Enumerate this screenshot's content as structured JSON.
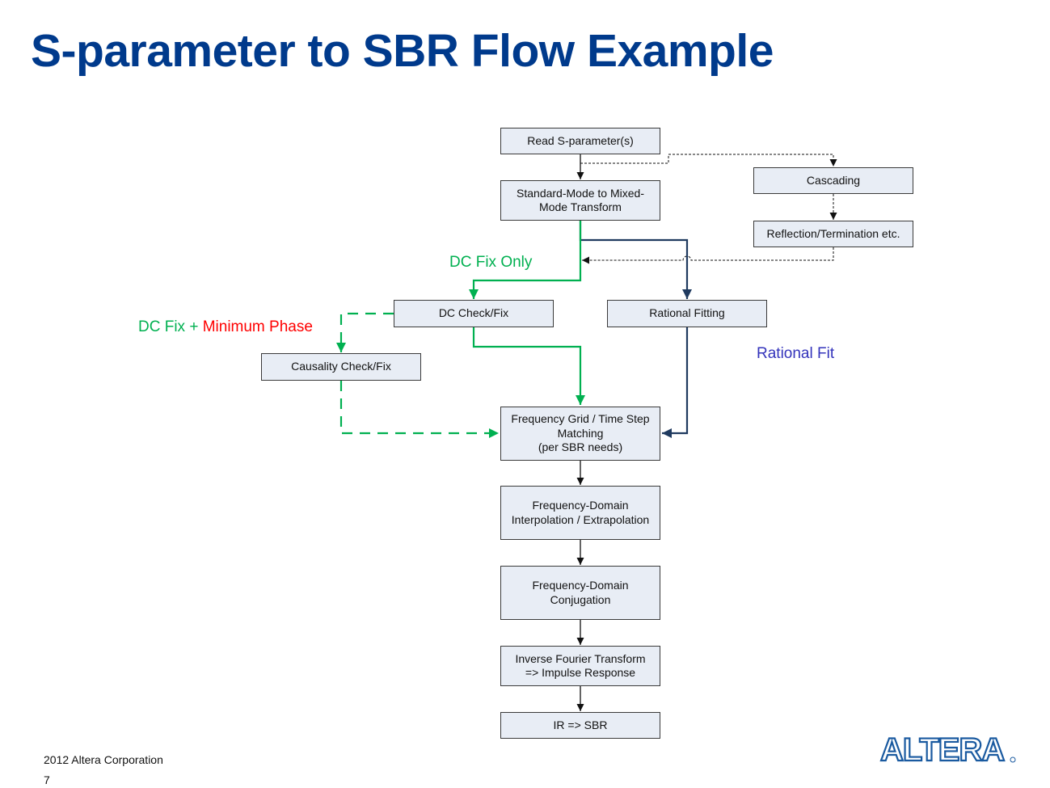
{
  "title": "S-parameter to SBR Flow Example",
  "boxes": {
    "read": "Read S-parameter(s)",
    "mixed": "Standard-Mode to Mixed-\nMode Transform",
    "cascading": "Cascading",
    "reflection": "Reflection/Termination etc.",
    "dc": "DC Check/Fix",
    "rational": "Rational Fitting",
    "causality": "Causality Check/Fix",
    "freqgrid": "Frequency Grid / Time Step\nMatching\n(per SBR needs)",
    "interp": "Frequency-Domain\nInterpolation / Extrapolation",
    "conj": "Frequency-Domain\nConjugation",
    "ift": "Inverse Fourier Transform\n=> Impulse Response",
    "sbr": "IR  => SBR"
  },
  "labels": {
    "dc_only": "DC Fix Only",
    "dc_fix_prefix": "DC Fix + ",
    "min_phase": "Minimum Phase",
    "rational_fit": "Rational Fit"
  },
  "footer": {
    "copyright": "2012 Altera Corporation",
    "page": "7"
  },
  "logo_text": "ALTERA",
  "colors": {
    "title": "#003a8c",
    "green": "#00b050",
    "red": "#ff0000",
    "navy": "#1f3a5f",
    "blue_label": "#3333bb",
    "box_fill": "#e8edf5"
  }
}
